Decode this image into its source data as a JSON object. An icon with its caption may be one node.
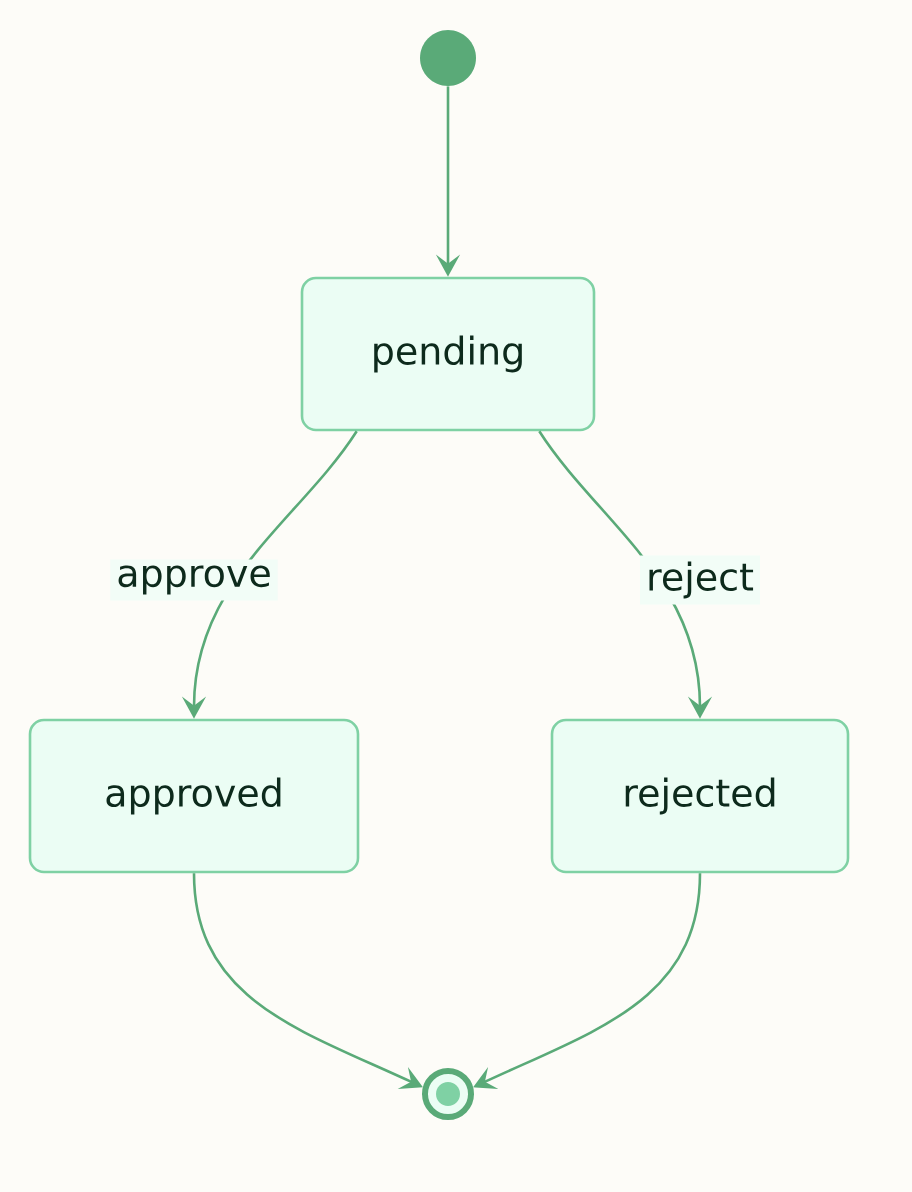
{
  "diagram": {
    "nodes": [
      {
        "text": [],
        "shape": "circle"
      },
      {
        "text": [
          "pending"
        ]
      },
      {
        "text": [
          "approved"
        ]
      },
      {
        "text": [
          "rejected"
        ]
      },
      {
        "text": [],
        "shape": "circle"
      }
    ],
    "edges": [
      {
        "from": 0,
        "to": 1,
        "arrow": "to"
      },
      {
        "from": 1,
        "to": 2,
        "arrow": "to",
        "label": "approve"
      },
      {
        "from": 1,
        "to": 3,
        "arrow": "to",
        "label": "reject"
      },
      {
        "from": 2,
        "to": 4,
        "arrow": "to"
      },
      {
        "from": 3,
        "to": 4,
        "arrow": "to"
      }
    ]
  }
}
